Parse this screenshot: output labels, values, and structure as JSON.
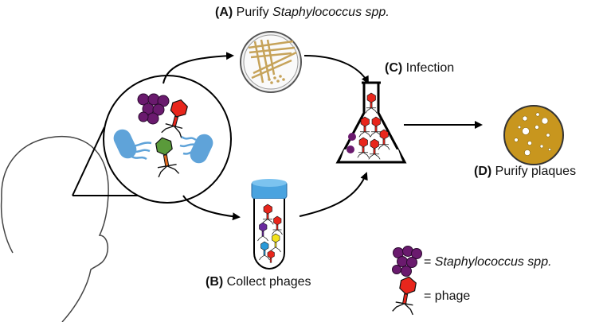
{
  "labels": {
    "a_letter": "(A)",
    "a_text": "Purify ",
    "a_italic": "Staphylococcus spp.",
    "b_letter": "(B)",
    "b_text": "Collect phages",
    "c_letter": "(C)",
    "c_text": "Infection",
    "d_letter": "(D)",
    "d_text": "Purify plaques"
  },
  "legend": {
    "staph_prefix": "= ",
    "staph_text": "Staphylococcus spp.",
    "phage_text": "= phage"
  },
  "colors": {
    "staph_purple": "#6a1a6e",
    "phage_red": "#e8261c",
    "phage_green": "#5a9a3a",
    "bacteria_blue": "#5fa3d9",
    "tube_cap": "#4aa3df",
    "plate_tan": "#c6a35a",
    "plaque_plate": "#c8961e"
  }
}
